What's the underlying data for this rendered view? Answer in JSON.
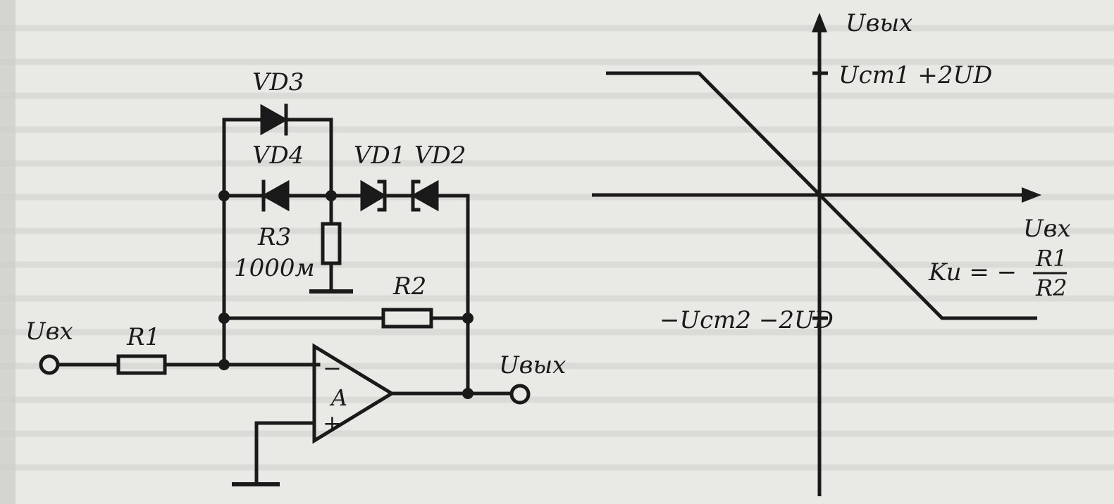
{
  "colors": {
    "ink": "#1a1a1a",
    "paper": "#e9e9e6",
    "bleed": "#c9c9c5"
  },
  "circuit": {
    "input_label": "Uвх",
    "output_label": "Uвых",
    "r1": "R1",
    "r2": "R2",
    "r3": "R3",
    "r3_value": "1000м",
    "vd1": "VD1",
    "vd2": "VD2",
    "vd3": "VD3",
    "vd4": "VD4",
    "opamp_label": "A",
    "inv_sign": "−",
    "noninv_sign": "+"
  },
  "graph": {
    "y_axis_label": "Uвых",
    "x_axis_label": "Uвх",
    "upper_level": "Uст1 +2UD",
    "lower_level": "−Uст2  −2UD",
    "gain_prefix": "Ku  =  −",
    "gain_num": "R1",
    "gain_den": "R2"
  }
}
